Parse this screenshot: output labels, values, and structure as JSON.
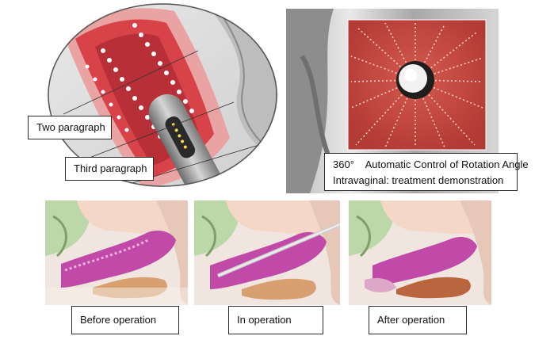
{
  "top_left_labels": {
    "two": "Two paragraph",
    "third": "Third paragraph"
  },
  "top_right_caption": {
    "line1": "360°    Automatic Control of Rotation Angle",
    "line2": "Intravaginal: treatment demonstration"
  },
  "bottom_labels": {
    "before": "Before operation",
    "during": "In operation",
    "after": "After operation"
  },
  "colors": {
    "tissue_red": "#d8434a",
    "tissue_pink": "#e9a3a3",
    "laser_panel": "#c9483f",
    "mucosa_magenta": "#c14aa8",
    "muscle_tan": "#e7c8b8",
    "bladder_green": "#bcd8a8",
    "bone_gray": "#9e9e9e"
  }
}
